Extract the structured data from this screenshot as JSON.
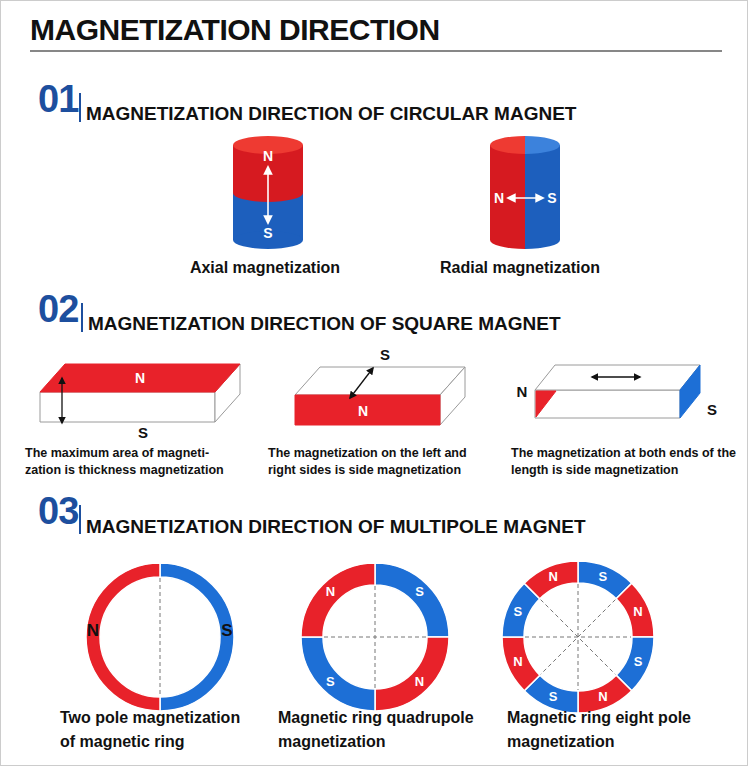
{
  "diagram": {
    "title": "MAGNETIZATION DIRECTION",
    "labels": [
      "01",
      "MAGNETIZATION DIRECTION OF CIRCULAR MAGNET",
      "N",
      "S",
      "Axial magnetization",
      "N",
      "S",
      "Radial magnetization",
      "02",
      "MAGNETIZATION DIRECTION OF SQUARE MAGNET",
      "N",
      "S",
      "The maximum area of magneti- zation is thickness magnetization",
      "S",
      "N",
      "The magnetization on the left and right sides is side magnetization",
      "N",
      "S",
      "The magnetization at both ends of the length is side magnetization",
      "03",
      "MAGNETIZATION DIRECTION OF MULTIPOLE MAGNET",
      "N",
      "S",
      "Two pole magnetization of magnetic ring",
      "N",
      "S",
      "S",
      "N",
      "Magnetic ring quadrupole magnetization",
      "N",
      "S",
      "N",
      "S",
      "N",
      "S",
      "N",
      "S",
      "Magnetic ring eight pole magnetization"
    ]
  }
}
